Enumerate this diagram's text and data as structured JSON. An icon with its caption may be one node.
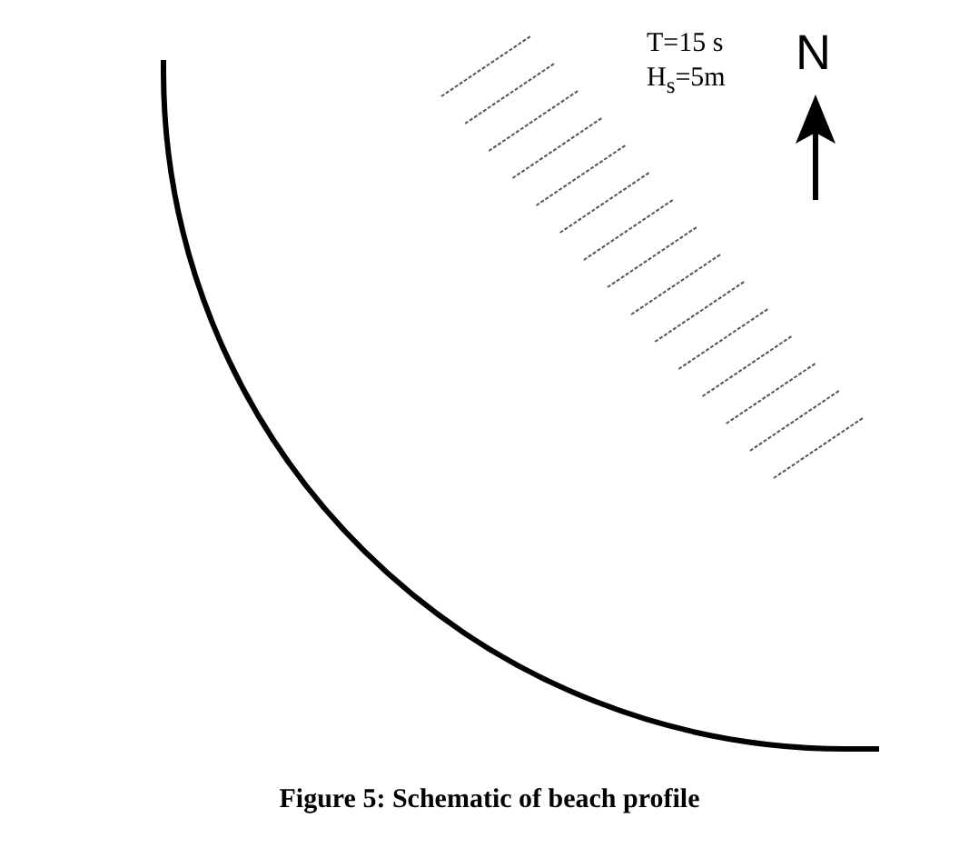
{
  "diagram": {
    "caption": "Figure 5: Schematic of beach profile",
    "labels": [
      "T=15 s",
      "H$_{s}$=5m",
      "N"
    ]
  }
}
